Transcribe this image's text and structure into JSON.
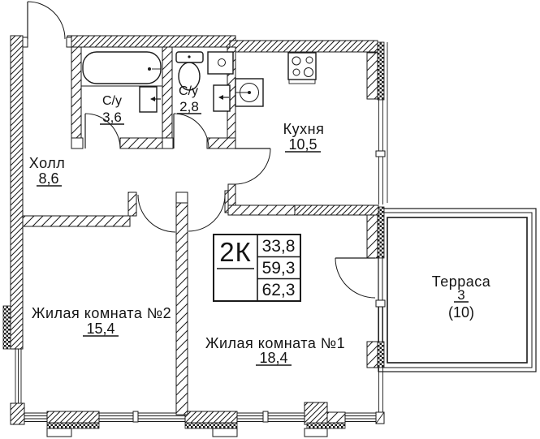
{
  "stamp": {
    "type": "2К",
    "values": [
      "33,8",
      "59,3",
      "62,3"
    ]
  },
  "rooms": {
    "hall": {
      "name": "Холл",
      "area": "8,6"
    },
    "bath1": {
      "name": "С/у",
      "area": "3,6"
    },
    "bath2": {
      "name": "С/у",
      "area": "2,8"
    },
    "kitchen": {
      "name": "Кухня",
      "area": "10,5"
    },
    "living2": {
      "name": "Жилая комната №2",
      "area": "15,4"
    },
    "living1": {
      "name": "Жилая комната №1",
      "area": "18,4"
    },
    "terrace": {
      "name": "Терраса",
      "area": "3",
      "area_alt": "(10)"
    }
  },
  "colors": {
    "line": "#1a1a1a",
    "background": "#ffffff"
  }
}
